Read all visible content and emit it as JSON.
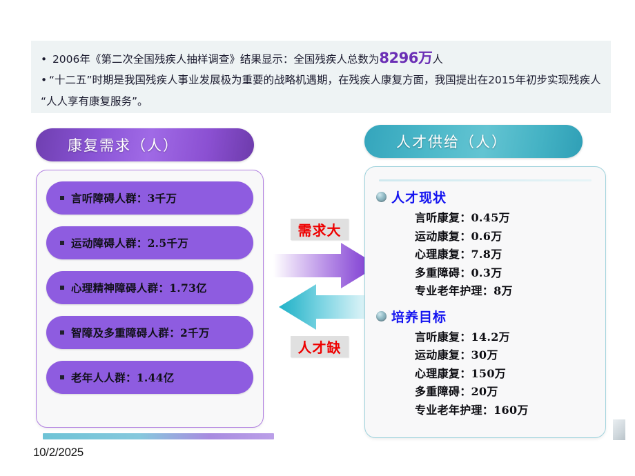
{
  "banner": {
    "line1_pre": "2006年《第二次全国残疾人抽样调查》结果显示：全国残疾人总数为",
    "line1_highlight": "8296万",
    "line1_post": "人",
    "line2": "“十二五”时期是我国残疾人事业发展极为重要的战略机遇期，在残疾人康复方面，我国提出在2015年初步实现残疾人“人人享有康复服务”。",
    "bullet_glyph": "•"
  },
  "left_panel": {
    "header": "康复需求（人）",
    "header_color": "#8a54d6",
    "items": [
      {
        "label": "言听障碍人群：3千万"
      },
      {
        "label": "运动障碍人群：2.5千万"
      },
      {
        "label": "心理精神障碍人群：1.73亿"
      },
      {
        "label": "智障及多重障碍人群：2千万"
      },
      {
        "label": "老年人人群：1.44亿"
      }
    ]
  },
  "right_panel": {
    "header": "人才供给（人）",
    "header_color": "#4cb8c9",
    "groups": [
      {
        "title": "人才现状",
        "items": [
          "言听康复：0.45万",
          "运动康复：0.6万",
          "心理康复：7.8万",
          "多重障碍：0.3万",
          "专业老年护理：8万"
        ]
      },
      {
        "title": "培养目标",
        "items": [
          "言听康复：14.2万",
          "运动康复：30万",
          "心理康复：150万",
          "多重障碍：20万",
          "专业老年护理：160万"
        ]
      }
    ]
  },
  "arrows": {
    "top_label": "需求大",
    "bottom_label": "人才缺",
    "top_arrow_color": "#8f55d8",
    "bottom_arrow_color": "#3fbdd0",
    "label_color": "#ee0000"
  },
  "footer": {
    "date": "10/2/2025",
    "watermark": ""
  }
}
